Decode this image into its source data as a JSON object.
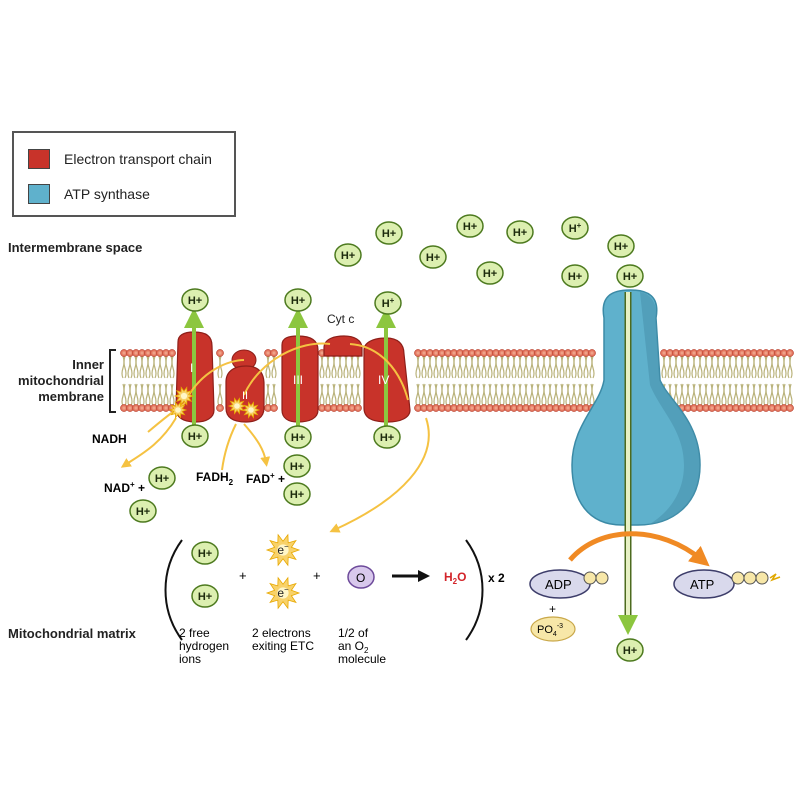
{
  "legend": {
    "items": [
      {
        "label": "Electron transport chain",
        "color": "#c8332a"
      },
      {
        "label": "ATP synthase",
        "color": "#5fb1cc"
      }
    ]
  },
  "regions": {
    "intermembrane": "Intermembrane space",
    "membrane_line1": "Inner",
    "membrane_line2": "mitochondrial",
    "membrane_line3": "membrane",
    "matrix": "Mitochondrial matrix"
  },
  "complexes": {
    "c1": "I",
    "c2": "II",
    "c3": "III",
    "c4": "IV",
    "cytc": "Cyt c"
  },
  "labels": {
    "nadh": "NADH",
    "nad": "NAD",
    "nad_sup": "+",
    "nad_plus": " +",
    "fadh2": "FADH",
    "fadh2_sub": "2",
    "fad": "FAD",
    "fad_sup": "+",
    "fad_plus": " +",
    "hplus": "H+",
    "hsup_base": "H",
    "hsup_sup": "+"
  },
  "reaction": {
    "plus": "+",
    "electron": "e",
    "electron_sup": "−",
    "oxygen": "O",
    "water_h": "H",
    "water_sub": "2",
    "water_o": "O",
    "times": "x 2",
    "desc1_l1": "2 free",
    "desc1_l2": "hydrogen",
    "desc1_l3": "ions",
    "desc2_l1": "2 electrons",
    "desc2_l2": "exiting ETC",
    "desc3_l1": "1/2 of",
    "desc3_l2_a": "an O",
    "desc3_l2_sub": "2",
    "desc3_l3": "molecule"
  },
  "atp": {
    "adp": "ADP",
    "plus": "+",
    "po4": "PO",
    "po4_sub": "4",
    "po4_sup": "-3",
    "atp": "ATP"
  },
  "colors": {
    "etc": "#c8332a",
    "atp_synthase": "#5fb1cc",
    "hplus_fill": "#dcefb0",
    "hplus_stroke": "#4d7a1f",
    "proton_arrow": "#8cc63f",
    "electron_path": "#f5c242",
    "water": "#d3242a",
    "orange_arrow": "#f08a24"
  }
}
